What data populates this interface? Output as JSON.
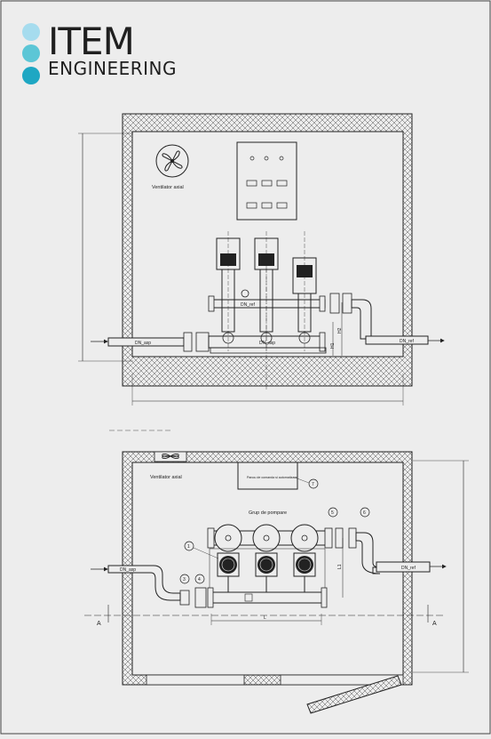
{
  "brand": {
    "name_line1": "ITEM",
    "name_line2": "ENGINEERING",
    "dot_colors": [
      "#a6dcee",
      "#5cc6d6",
      "#1ea7c3"
    ]
  },
  "elevation_view": {
    "fan_label": "Ventilator axial",
    "labels": {
      "dn_suction": "DN_asp",
      "dn_discharge": "DN_ref",
      "dn_collector_discharge": "DN_ref",
      "dn_collector_suction": "DN_asp",
      "h1": "H1",
      "h2": "H2"
    }
  },
  "plan_view": {
    "fan_label": "Ventilator axial",
    "panel_label": "Panou de comanda si automatizare",
    "pump_group_label": "Grup de pompare",
    "dn_suction": "DN_asp",
    "dn_discharge": "DN_ref",
    "dim_L": "L",
    "dim_L1": "L1",
    "section_mark": "A",
    "markers": [
      "1",
      "3",
      "4",
      "5",
      "6",
      "7"
    ]
  },
  "colors": {
    "background": "#ededed",
    "line": "#222222",
    "accent": "#1ea7c3"
  }
}
